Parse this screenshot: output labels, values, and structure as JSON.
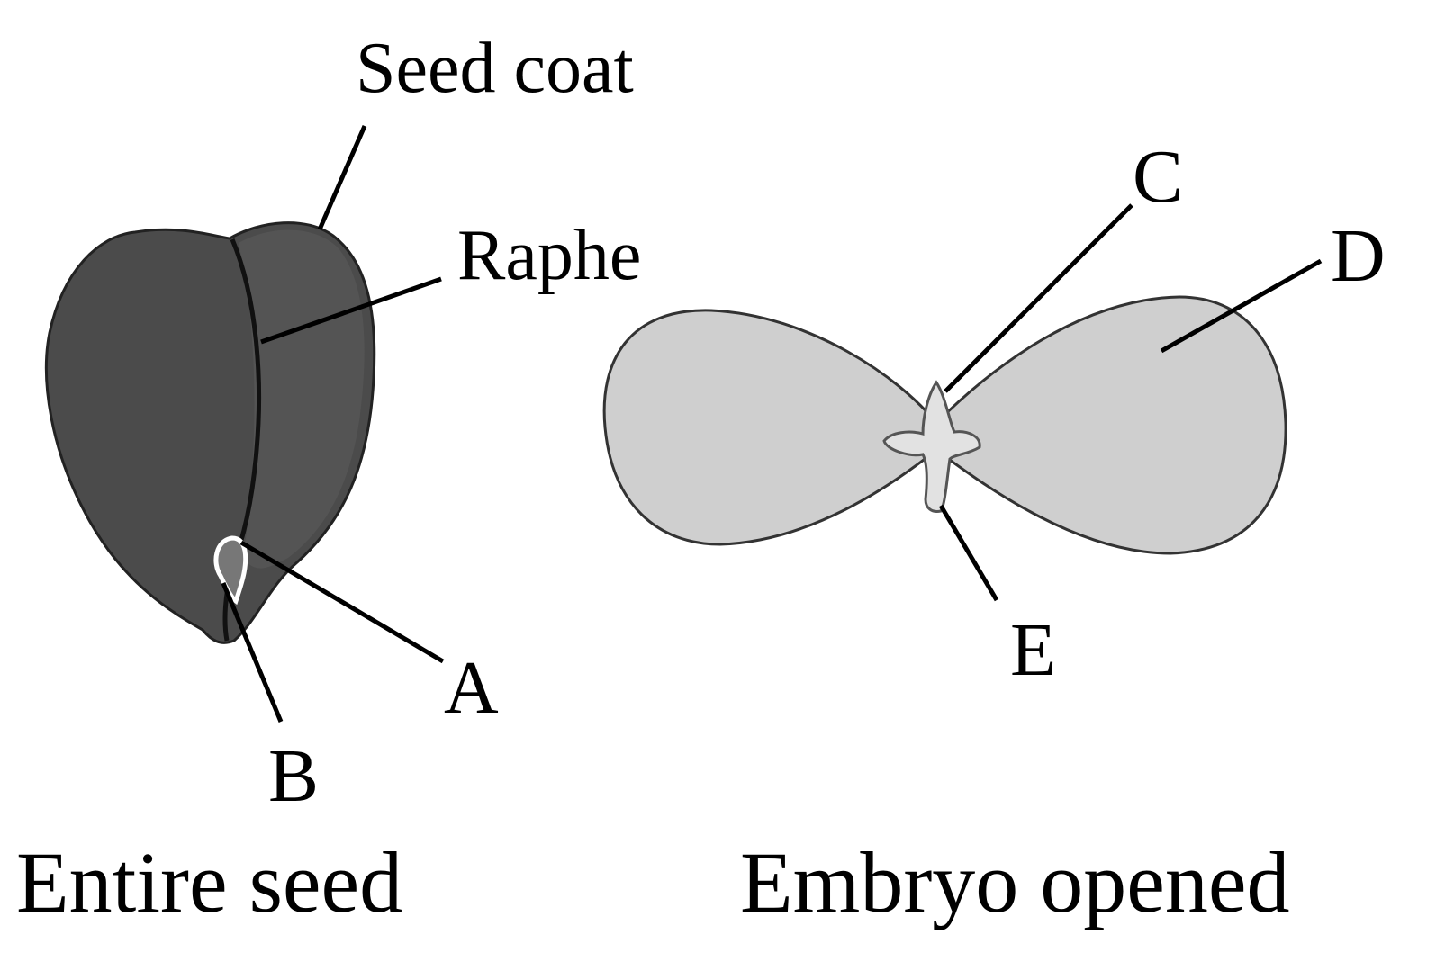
{
  "title_left": "Entire seed",
  "title_right": "Embryo opened",
  "labels": {
    "seed_coat": "Seed coat",
    "raphe": "Raphe",
    "a": "A",
    "b": "B",
    "c": "C",
    "d": "D",
    "e": "E"
  },
  "colors": {
    "seed": "#4b4b4b",
    "embryo": "#cfcfcf",
    "plumule": "#e2e2e2"
  }
}
